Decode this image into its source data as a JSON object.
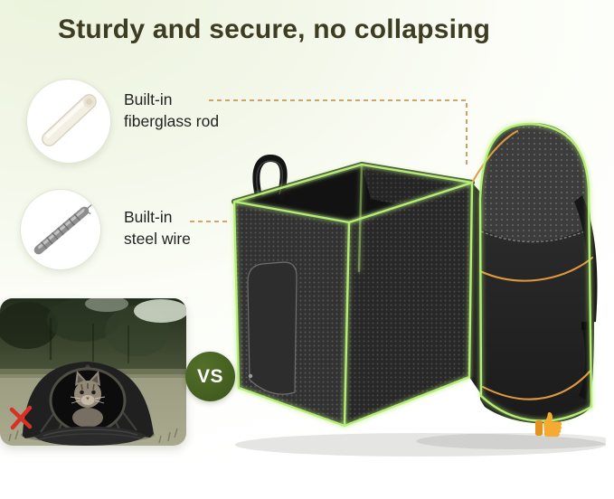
{
  "heading": {
    "text": "Sturdy and secure, no collapsing"
  },
  "callouts": {
    "fiberglass": {
      "line1": "Built-in",
      "line2": "fiberglass rod"
    },
    "steel": {
      "line1": "Built-in",
      "line2": "steel wire"
    }
  },
  "vs_badge": {
    "label": "VS"
  },
  "icons": {
    "rejected": "x-mark-icon",
    "approved": "thumbs-up-icon",
    "callout_1": "fiberglass-rod-image",
    "callout_2": "steel-wire-image"
  },
  "colors": {
    "background_tint": "#ecf3dd",
    "heading_text": "#3e3c22",
    "fiberglass_frame_green": "#b5ee75",
    "steel_wire_orange": "#e09a3e",
    "vs_badge_green": "#44601e",
    "x_mark_red": "#d93025",
    "thumbs_up_orange": "#f5ab31"
  }
}
